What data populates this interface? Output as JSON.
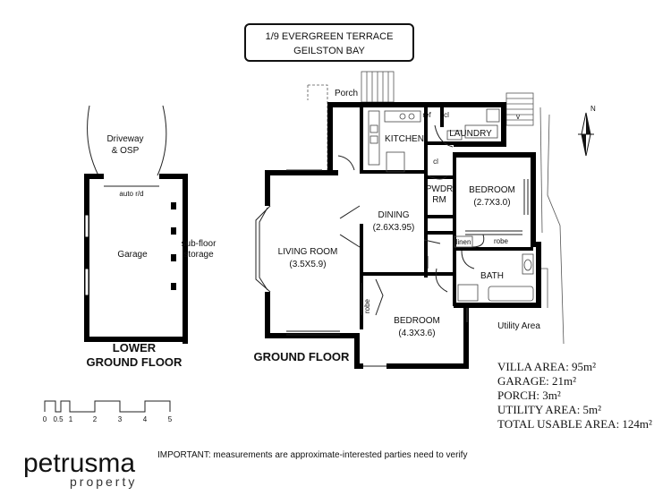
{
  "address": {
    "line1": "1/9 EVERGREEN TERRACE",
    "line2": "GEILSTON BAY"
  },
  "rooms": {
    "porch": "Porch",
    "kitchen": "KITCHEN",
    "laundry": "LAUNDRY",
    "ref": "ref",
    "cl_top": "cl",
    "cl_mid": "cl",
    "v": "v",
    "pwdr_1": "PWDR",
    "pwdr_2": "RM",
    "bedroom2_name": "BEDROOM",
    "bedroom2_size": "(2.7X3.0)",
    "dining_name": "DINING",
    "dining_size": "(2.6X3.95)",
    "living_name": "LIVING ROOM",
    "living_size": "(3.5X5.9)",
    "linen": "linen",
    "robe_right": "robe",
    "bath": "BATH",
    "robe_left": "robe",
    "bedroom1_name": "BEDROOM",
    "bedroom1_size": "(4.3X3.6)",
    "utility": "Utility Area",
    "driveway_1": "Driveway",
    "driveway_2": "& OSP",
    "auto_rd": "auto r/d",
    "garage": "Garage",
    "subfloor_1": "sub-floor",
    "subfloor_2": "storage"
  },
  "floors": {
    "lower_1": "LOWER",
    "lower_2": "GROUND FLOOR",
    "ground": "GROUND FLOOR"
  },
  "areas": [
    "VILLA AREA: 95m²",
    "GARAGE: 21m²",
    "PORCH: 3m²",
    "UTILITY AREA: 5m²",
    "TOTAL USABLE AREA: 124m²"
  ],
  "scale": {
    "labels": [
      "0",
      "0.5",
      "1",
      "2",
      "3",
      "4",
      "5"
    ]
  },
  "north": "N",
  "notice": "IMPORTANT: measurements are approximate-interested parties need to verify",
  "brand": {
    "name": "petrusma",
    "sub": "property"
  }
}
